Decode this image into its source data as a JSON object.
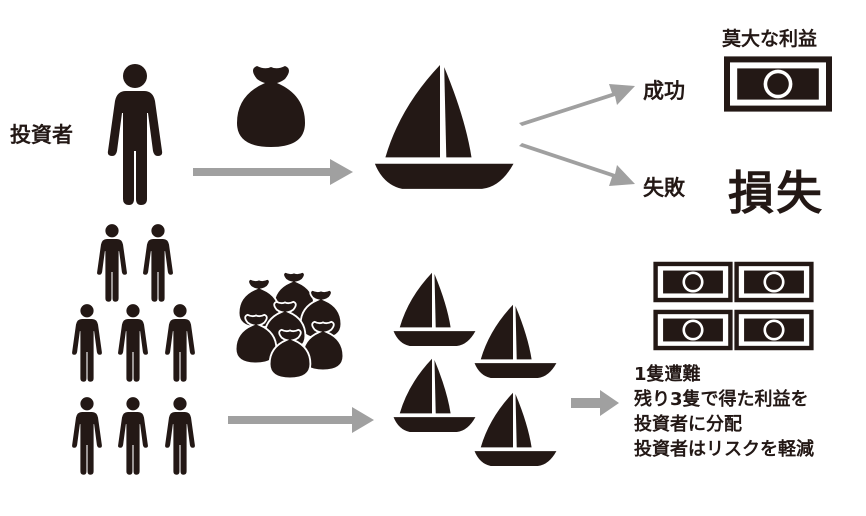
{
  "labels": {
    "investor": "投資者",
    "success": "成功",
    "failure": "失敗",
    "big_profit": "莫大な利益",
    "loss": "損失"
  },
  "lower_notes": [
    "1隻遭難",
    "残り3隻で得た利益を",
    "投資者に分配",
    "投資者はリスクを軽減"
  ],
  "icons": {
    "person": "person-icon",
    "money_bag": "money-bag-icon",
    "sailboat": "sailboat-icon",
    "banknote": "banknote-icon",
    "arrow": "arrow-right-icon"
  },
  "colors": {
    "ink": "#231815",
    "arrow": "#a0a0a0",
    "background": "#ffffff"
  }
}
